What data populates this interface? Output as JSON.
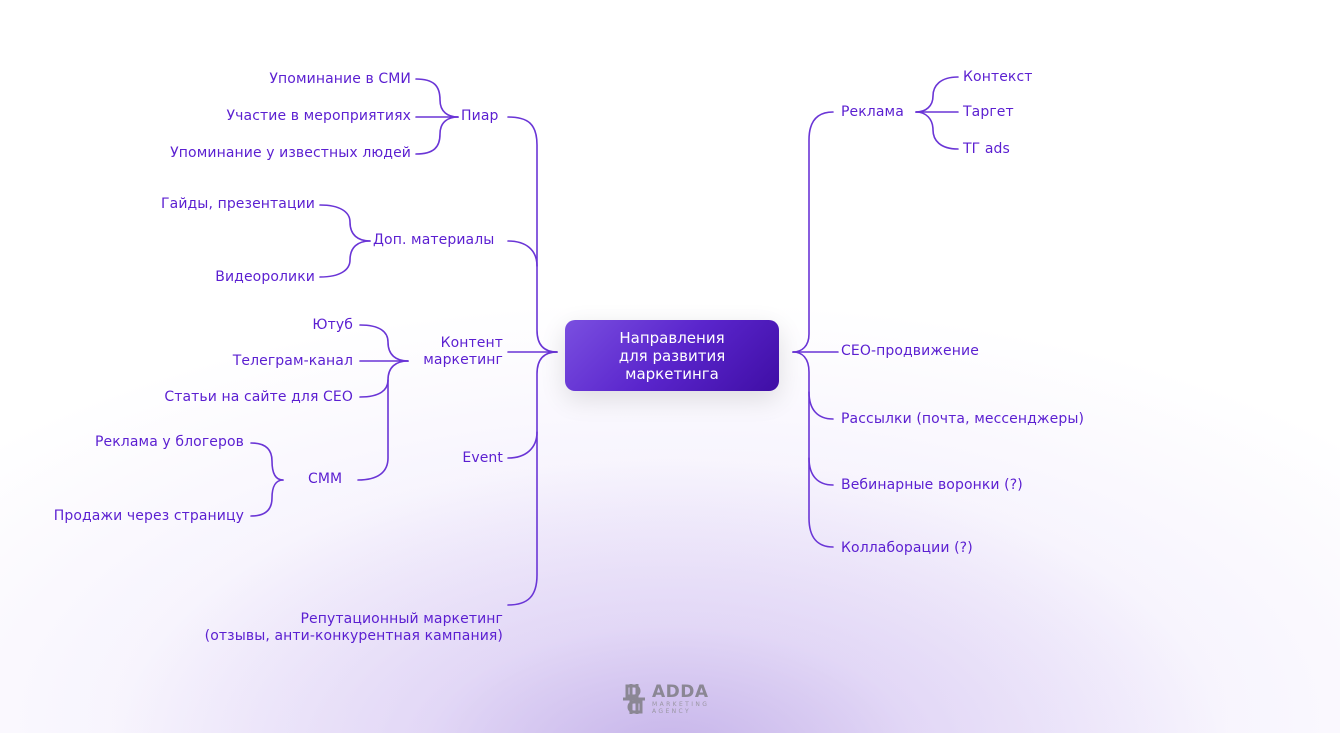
{
  "colors": {
    "accent": "#5b1fd1",
    "line": "#6a35d6",
    "center_start": "#7a4fe0",
    "center_end": "#3f0ea5"
  },
  "center": {
    "line1": "Направления",
    "line2": "для развития",
    "line3": "маркетинга"
  },
  "left": {
    "piar": {
      "label": "Пиар",
      "children": [
        "Упоминание в СМИ",
        "Участие в мероприятиях",
        "Упоминание у известных людей"
      ]
    },
    "dop": {
      "label": "Доп. материалы",
      "children": [
        "Гайды, презентации",
        "Видеоролики"
      ]
    },
    "content": {
      "label_line1": "Контент",
      "label_line2": "маркетинг",
      "children": [
        "Ютуб",
        "Телеграм-канал",
        "Статьи на сайте для СЕО"
      ],
      "smm": {
        "label": "СММ",
        "children": [
          "Реклама у блогеров",
          "Продажи через страницу"
        ]
      }
    },
    "event": {
      "label": "Event"
    },
    "reputation": {
      "line1": "Репутационный маркетинг",
      "line2": "(отзывы, анти-конкурентная кампания)"
    }
  },
  "right": {
    "ads": {
      "label": "Реклама",
      "children": [
        "Контекст",
        "Таргет",
        "ТГ ads"
      ]
    },
    "seo": {
      "label": "СЕО-продвижение"
    },
    "mailing": {
      "label": "Рассылки (почта, мессенджеры)"
    },
    "webinar": {
      "label": "Вебинарные воронки (?)"
    },
    "collab": {
      "label": "Коллаборации (?)"
    }
  },
  "logo": {
    "name": "ADDA",
    "sub1": "MARKETING",
    "sub2": "AGENCY",
    "icon": "adda-logo-icon"
  }
}
